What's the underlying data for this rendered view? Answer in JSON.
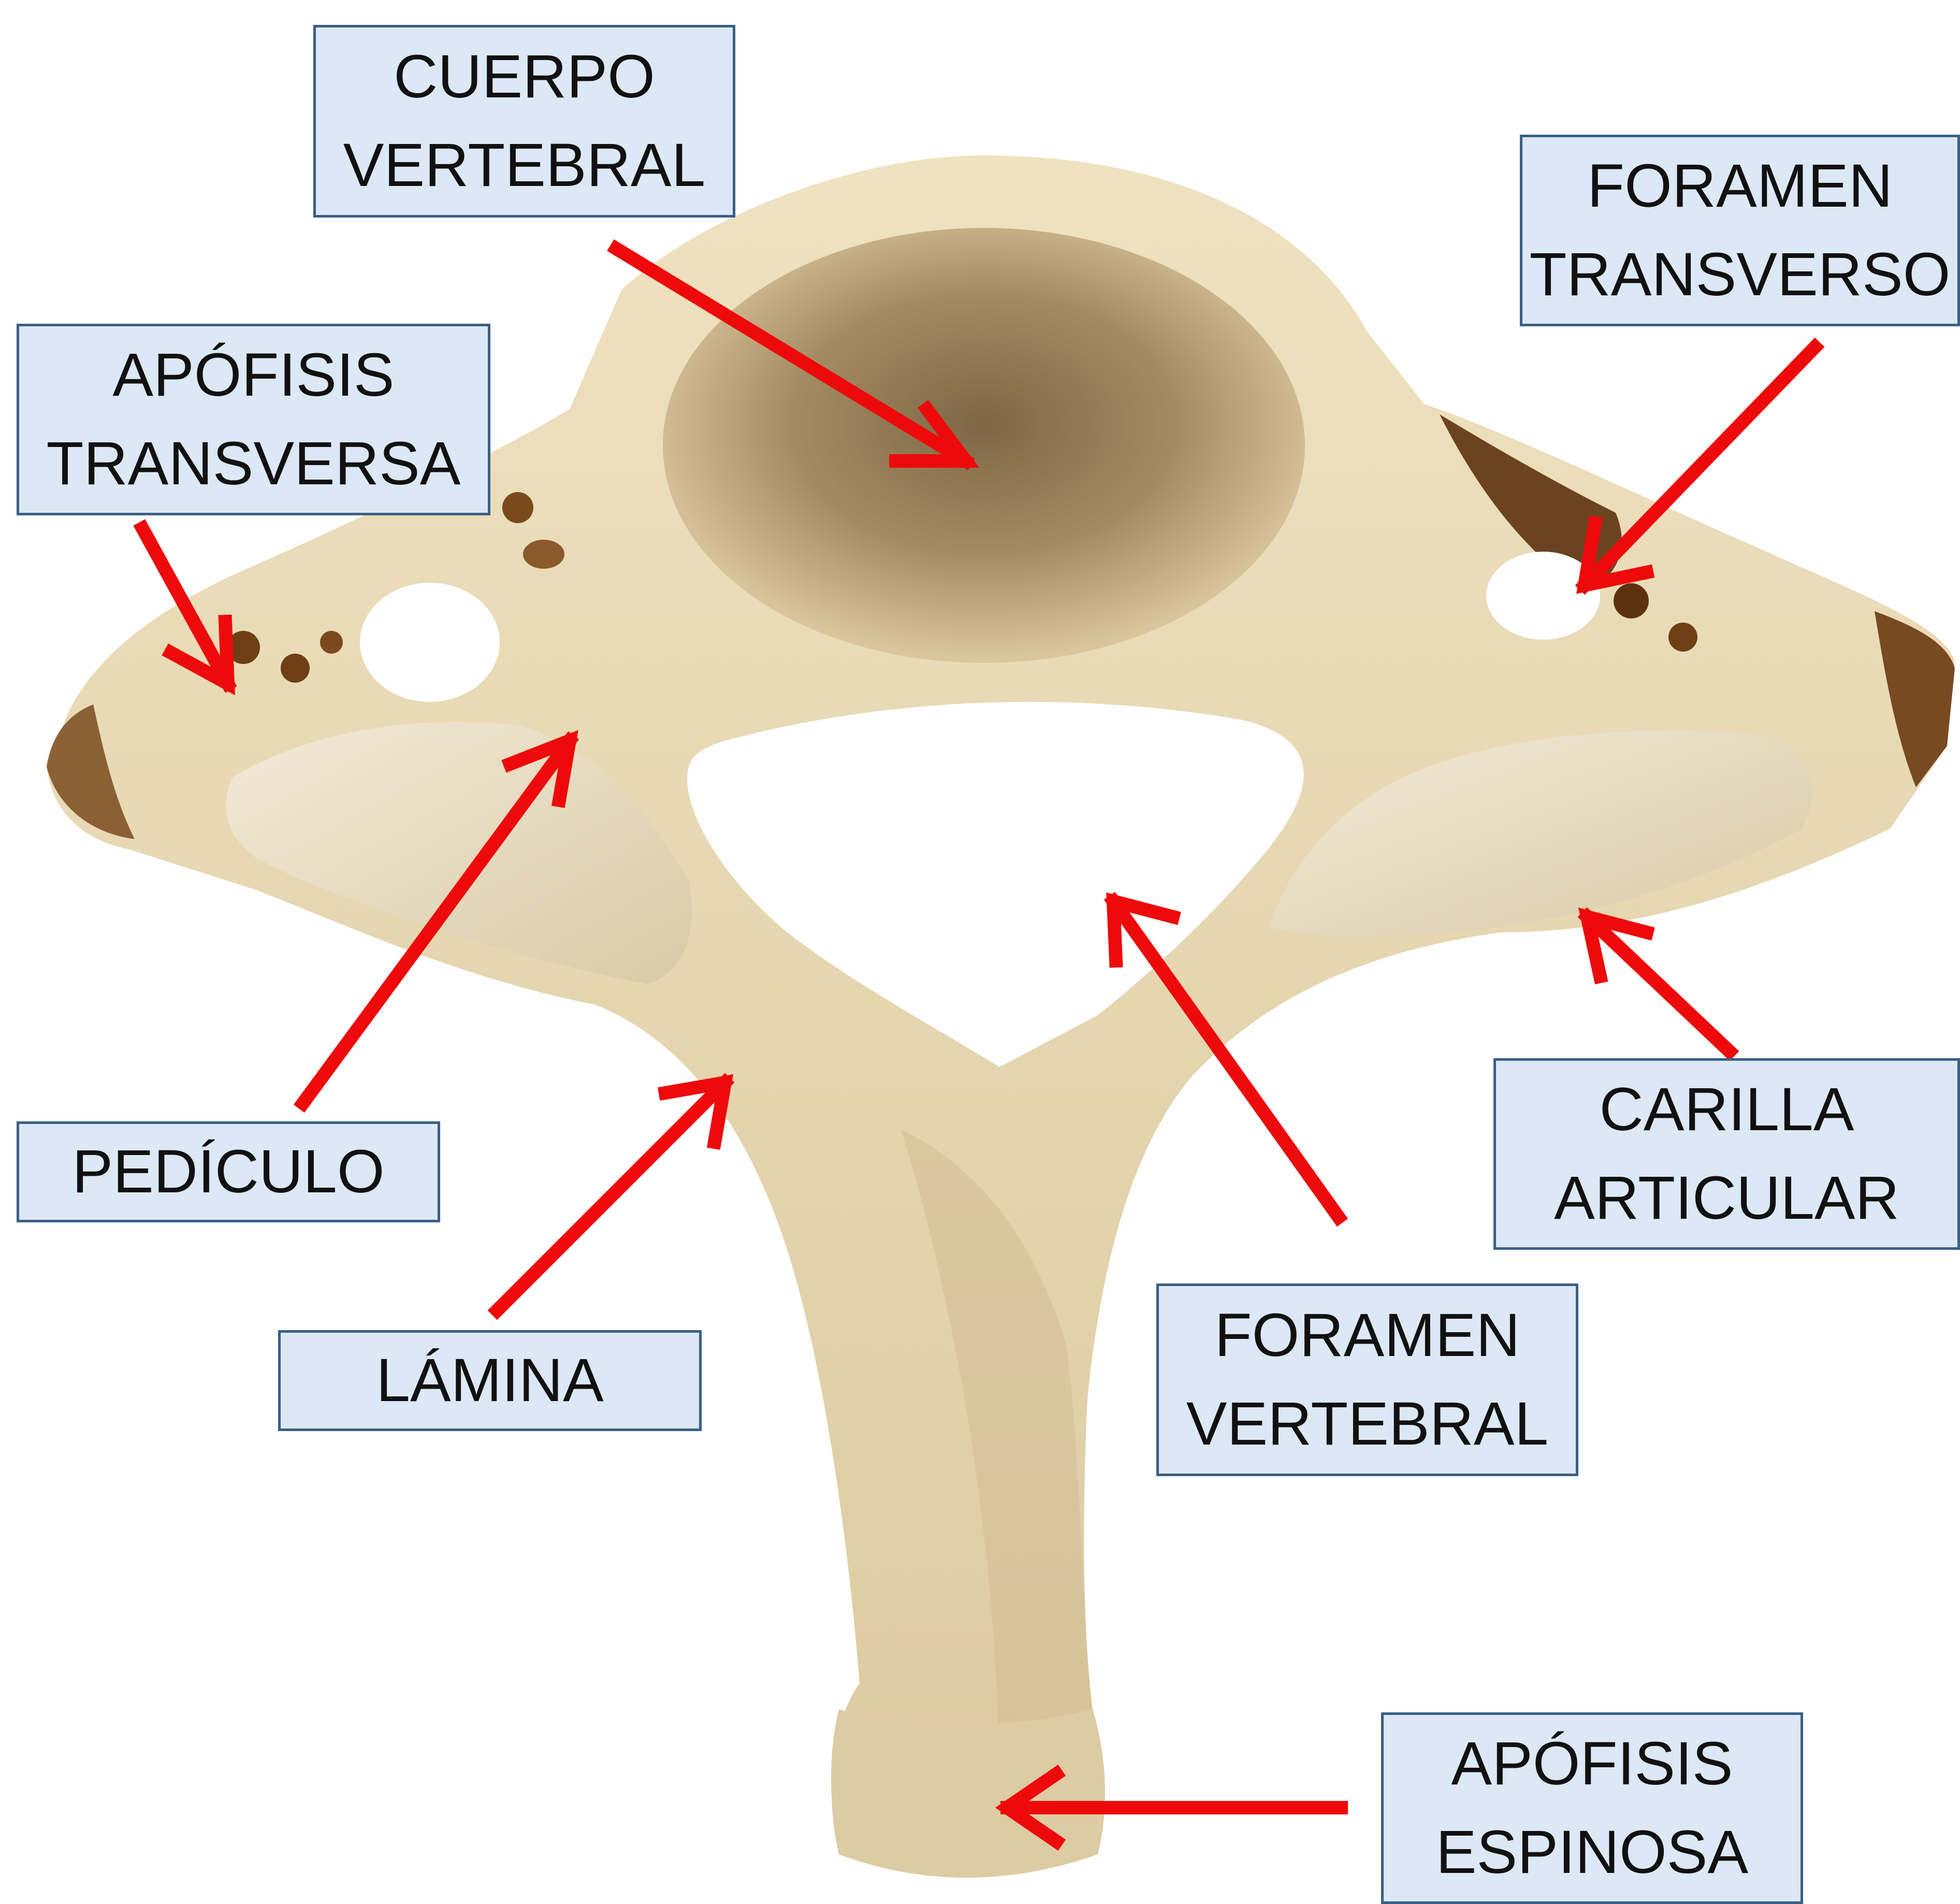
{
  "colors": {
    "bone": "#e6d5ad",
    "bone_dark": "#b49b73",
    "body_shadow": "#7e6746",
    "stain": "#7a4a1c",
    "arrow": "#ee0a0a",
    "label_fill": "#dce8f5",
    "label_border": "#3b5f86"
  },
  "labels": {
    "cuerpo_vertebral": [
      "CUERPO",
      "VERTEBRAL"
    ],
    "foramen_transverso": [
      "FORAMEN",
      "TRANSVERSO"
    ],
    "apofisis_transversa": [
      "APÓFISIS",
      "TRANSVERSA"
    ],
    "pediculo": "PEDÍCULO",
    "carilla_articular": [
      "CARILLA",
      "ARTICULAR"
    ],
    "lamina": "LÁMINA",
    "foramen_vertebral": [
      "FORAMEN",
      "VERTEBRAL"
    ],
    "apofisis_espinosa": [
      "APÓFISIS",
      "ESPINOSA"
    ]
  }
}
